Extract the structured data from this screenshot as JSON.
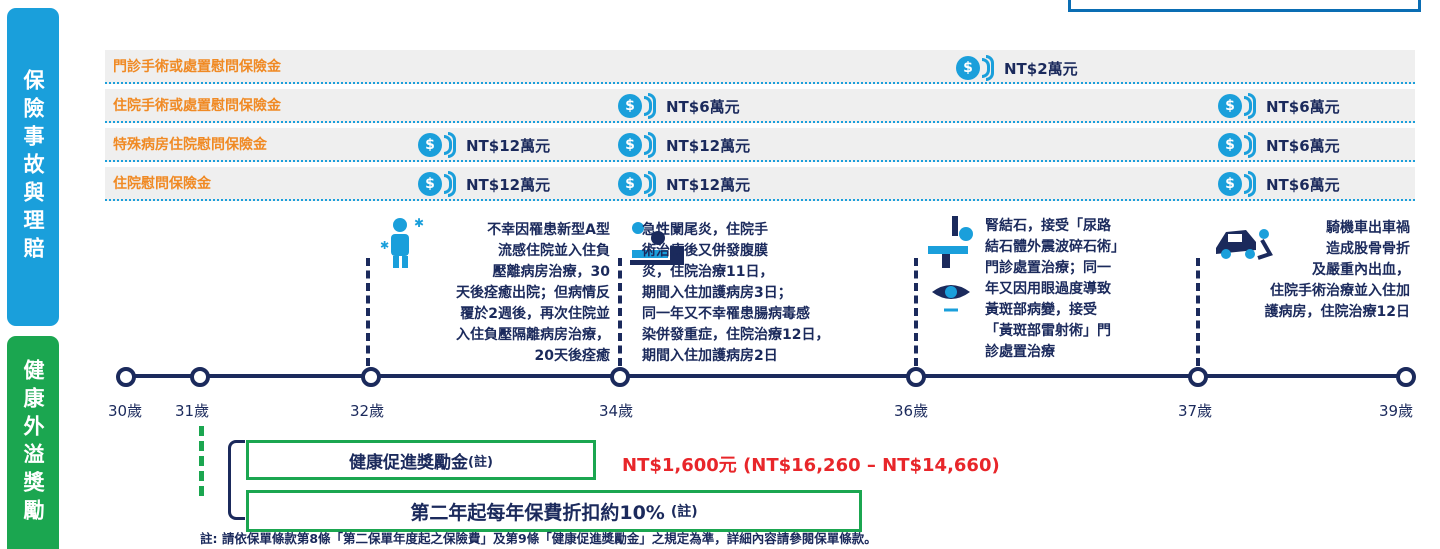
{
  "tabs": {
    "insurance": "保險事故與理賠",
    "health": "健康外溢獎勵"
  },
  "bands": [
    {
      "label": "門診手術或處置慰問保險金",
      "payments": [
        {
          "amount": "NT$2萬元"
        }
      ]
    },
    {
      "label": "住院手術或處置慰問保險金",
      "payments": [
        {
          "amount": "NT$6萬元"
        },
        {
          "amount": "NT$6萬元"
        }
      ]
    },
    {
      "label": "特殊病房住院慰問保險金",
      "payments": [
        {
          "amount": "NT$12萬元"
        },
        {
          "amount": "NT$12萬元"
        },
        {
          "amount": "NT$6萬元"
        }
      ]
    },
    {
      "label": "住院慰問保險金",
      "payments": [
        {
          "amount": "NT$12萬元"
        },
        {
          "amount": "NT$12萬元"
        },
        {
          "amount": "NT$6萬元"
        }
      ]
    }
  ],
  "coin_symbol": "$",
  "events": [
    {
      "text": "不幸因罹患新型A型\n流感住院並入住負\n壓離病房治療，30\n天後痊癒出院；但病情反\n覆於2週後，再次住院並\n入住負壓隔離病房治療，\n20天後痊癒",
      "icon": "flu-patient-icon"
    },
    {
      "text": "急性闌尾炎，住院手\n術治療後又併發腹膜\n炎，住院治療11日，\n期間入住加護病房3日；\n同一年又不幸罹患腸病毒感\n染併發重症，住院治療12日，\n期間入住加護病房2日",
      "icon": "surgery-icon"
    },
    {
      "text": "腎結石，接受「尿路\n結石體外震波碎石術」\n門診處置治療；同一\n年又因用眼過度導致\n黃斑部病變，接受\n「黃斑部雷射術」門\n診處置治療",
      "icon": "lithotripsy-icon"
    },
    {
      "text": "騎機車出車禍\n造成股骨骨折\n及嚴重內出血，\n住院手術治療並入住加\n護病房，住院治療12日",
      "icon": "motorcycle-accident-icon"
    }
  ],
  "ages": [
    "30歲",
    "31歲",
    "32歲",
    "34歲",
    "36歲",
    "37歲",
    "39歲"
  ],
  "health": {
    "reward_label": "健康促進獎勵金",
    "reward_note_mark": "(註)",
    "reward_value": "NT$1,600元 (NT$16,260 – NT$14,660)",
    "discount_label": "第二年起每年保費折扣約10%",
    "discount_note_mark": "(註)"
  },
  "footnote": "註: 請依保單條款第8條「第二保單年度起之保險費」及第9條「健康促進獎勵金」之規定為準，詳細內容請參閱保單條款。",
  "colors": {
    "blue": "#1a9fdb",
    "green": "#1ba650",
    "navy": "#1b2a5c",
    "orange": "#f08a24",
    "red": "#e8262a"
  }
}
